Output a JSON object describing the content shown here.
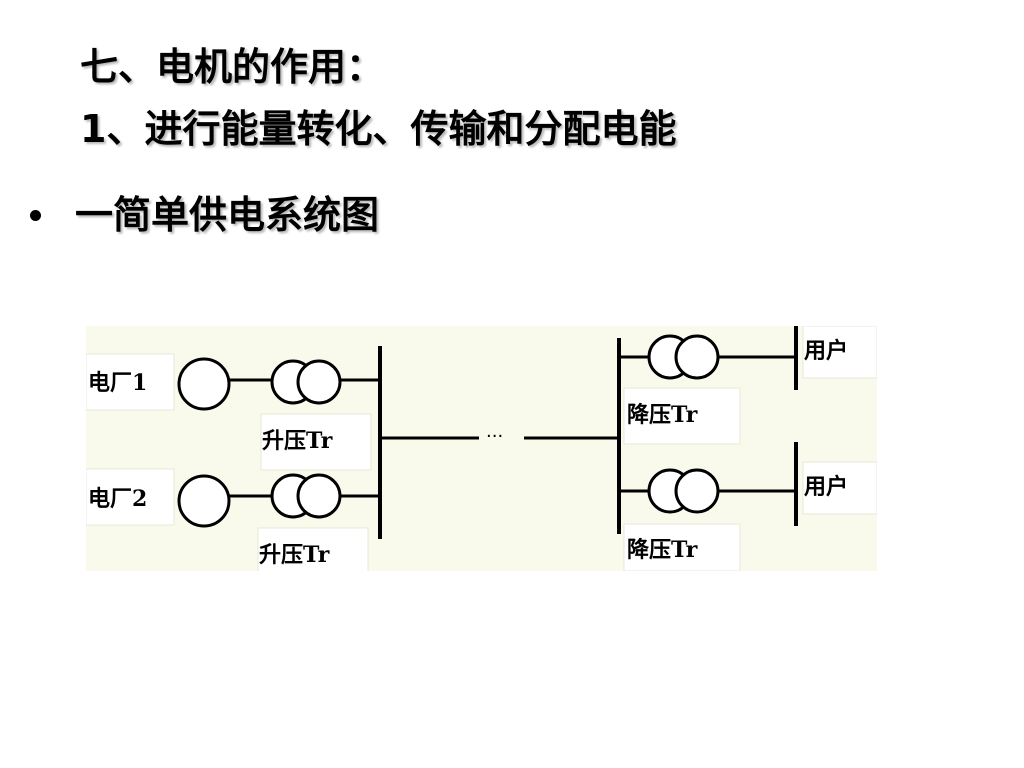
{
  "slide": {
    "title_line_1": "七、电机的作用：",
    "title_line_2": "1、进行能量转化、传输和分配电能",
    "bullet": "一简单供电系统图"
  },
  "diagram": {
    "plant_1_label": "电厂1",
    "plant_2_label": "电厂2",
    "step_up_1_label": "升压Tr",
    "step_up_2_label": "升压Tr",
    "step_down_1_label": "降压Tr",
    "step_down_2_label": "降压Tr",
    "user_1_label": "用户",
    "user_2_label": "用户",
    "line_ellipsis": "···"
  },
  "colors": {
    "text": "#000000",
    "diagram_background": "#fafaec",
    "label_background": "#ffffff"
  }
}
